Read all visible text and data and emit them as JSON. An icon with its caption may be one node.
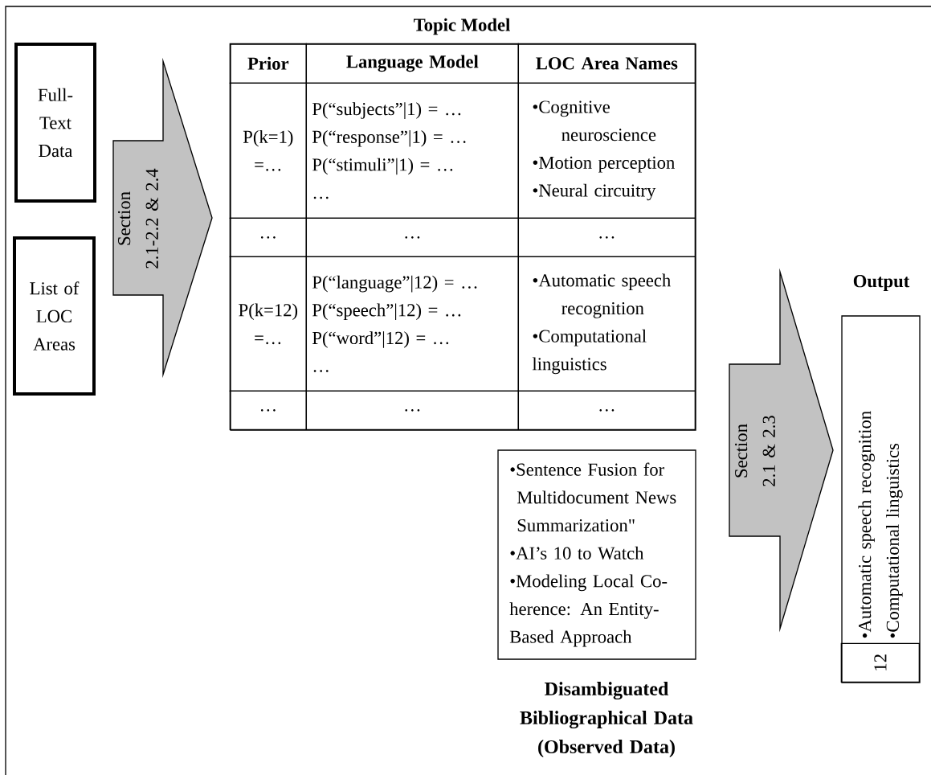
{
  "diagram": {
    "nodes": [
      {
        "text": [
          "Full-Text Data"
        ]
      },
      {
        "text": [
          "List of LOC Areas"
        ]
      },
      {
        "text": [
          "Topic Model"
        ]
      },
      {
        "text": [
          "Prior"
        ],
        "in": 2
      },
      {
        "text": [
          "Language Model"
        ],
        "in": 2
      },
      {
        "text": [
          "LOC Area Names"
        ],
        "in": 2
      },
      {
        "text": [
          "P(k=1) =…"
        ],
        "in": 2
      },
      {
        "text": [
          "P(“subjects”|1) = …",
          "P(“response”|1) = …",
          "P(“stimuli”|1) = …",
          "…"
        ],
        "in": 2
      },
      {
        "text": [
          "•Cognitive neuroscience",
          "•Motion perception",
          "•Neural circuitry"
        ],
        "in": 2
      },
      {
        "text": [
          "…"
        ],
        "in": 2
      },
      {
        "text": [
          "…"
        ],
        "in": 2
      },
      {
        "text": [
          "…"
        ],
        "in": 2
      },
      {
        "text": [
          "P(k=12) =…"
        ],
        "in": 2
      },
      {
        "text": [
          "P(“language”|12) = …",
          "P(“speech”|12) = …",
          "P(“word”|12) = …",
          "…"
        ],
        "in": 2
      },
      {
        "text": [
          "•Automatic speech recognition",
          "•Computational linguistics"
        ],
        "in": 2
      },
      {
        "text": [
          "…"
        ],
        "in": 2
      },
      {
        "text": [
          "…"
        ],
        "in": 2
      },
      {
        "text": [
          "…"
        ],
        "in": 2
      },
      {
        "text": [
          "•Sentence Fusion for Multidocument News Summarization\"",
          "•AI’s 10 to Watch",
          "•Modeling Local Co-herence: An Entity-Based Approach",
          "Disambiguated Bibliographical Data (Observed Data)"
        ]
      },
      {
        "text": [
          "Output",
          "•Automatic speech recognition",
          "•Computational linguistics"
        ]
      },
      {
        "text": [
          "12"
        ],
        "in": 19
      }
    ],
    "edges": [
      {
        "from": 0,
        "to": 2,
        "arrow": "to",
        "label": "Section 2.1-2.2 & 2.4"
      },
      {
        "from": 1,
        "to": 2,
        "arrow": "to"
      },
      {
        "from": 2,
        "to": 19,
        "arrow": "to",
        "label": "Section 2.1 & 2.3"
      },
      {
        "from": 18,
        "to": 19,
        "arrow": "to"
      }
    ]
  }
}
